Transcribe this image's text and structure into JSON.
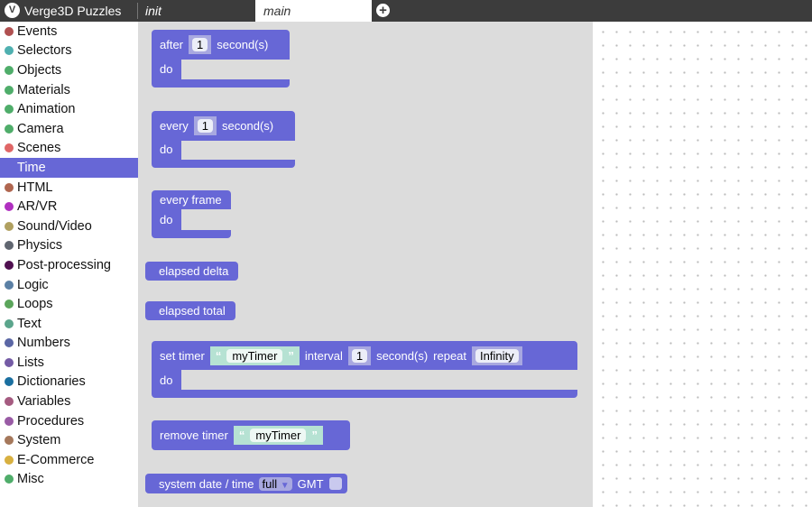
{
  "app": {
    "title": "Verge3D Puzzles",
    "tabs": [
      "init",
      "main"
    ]
  },
  "sidebar": {
    "selected": "Time",
    "items": [
      {
        "label": "Events",
        "color": "#b05050"
      },
      {
        "label": "Selectors",
        "color": "#4fb0b0"
      },
      {
        "label": "Objects",
        "color": "#4fad6a"
      },
      {
        "label": "Materials",
        "color": "#4fad6a"
      },
      {
        "label": "Animation",
        "color": "#4fad6a"
      },
      {
        "label": "Camera",
        "color": "#4fad6a"
      },
      {
        "label": "Scenes",
        "color": "#e06666"
      },
      {
        "label": "Time",
        "color": "#6767d6"
      },
      {
        "label": "HTML",
        "color": "#b0664f"
      },
      {
        "label": "AR/VR",
        "color": "#b030c0"
      },
      {
        "label": "Sound/Video",
        "color": "#b0a060"
      },
      {
        "label": "Physics",
        "color": "#606670"
      },
      {
        "label": "Post-processing",
        "color": "#501050"
      },
      {
        "label": "Logic",
        "color": "#5b80a5"
      },
      {
        "label": "Loops",
        "color": "#5ba55b"
      },
      {
        "label": "Text",
        "color": "#5ba58c"
      },
      {
        "label": "Numbers",
        "color": "#5b67a5"
      },
      {
        "label": "Lists",
        "color": "#745ba5"
      },
      {
        "label": "Dictionaries",
        "color": "#1a6fa0"
      },
      {
        "label": "Variables",
        "color": "#a55b80"
      },
      {
        "label": "Procedures",
        "color": "#995ba5"
      },
      {
        "label": "System",
        "color": "#a5785b"
      },
      {
        "label": "E-Commerce",
        "color": "#d8b040"
      },
      {
        "label": "Misc",
        "color": "#4fad6a"
      }
    ]
  },
  "blocks": {
    "after": {
      "label": "after",
      "value": "1",
      "unit": "second(s)",
      "do": "do"
    },
    "every": {
      "label": "every",
      "value": "1",
      "unit": "second(s)",
      "do": "do"
    },
    "every_frame": {
      "label": "every frame",
      "do": "do"
    },
    "elapsed_delta": "elapsed delta",
    "elapsed_total": "elapsed total",
    "set_timer": {
      "label": "set timer",
      "name": "myTimer",
      "interval": "interval",
      "value": "1",
      "unit": "second(s)",
      "repeat": "repeat",
      "repeat_value": "Infinity",
      "do": "do"
    },
    "remove_timer": {
      "label": "remove timer",
      "name": "myTimer"
    },
    "system_date": {
      "label": "system date / time",
      "option": "full",
      "gmt": "GMT"
    }
  },
  "quotes": {
    "open": "“",
    "close": "”"
  }
}
